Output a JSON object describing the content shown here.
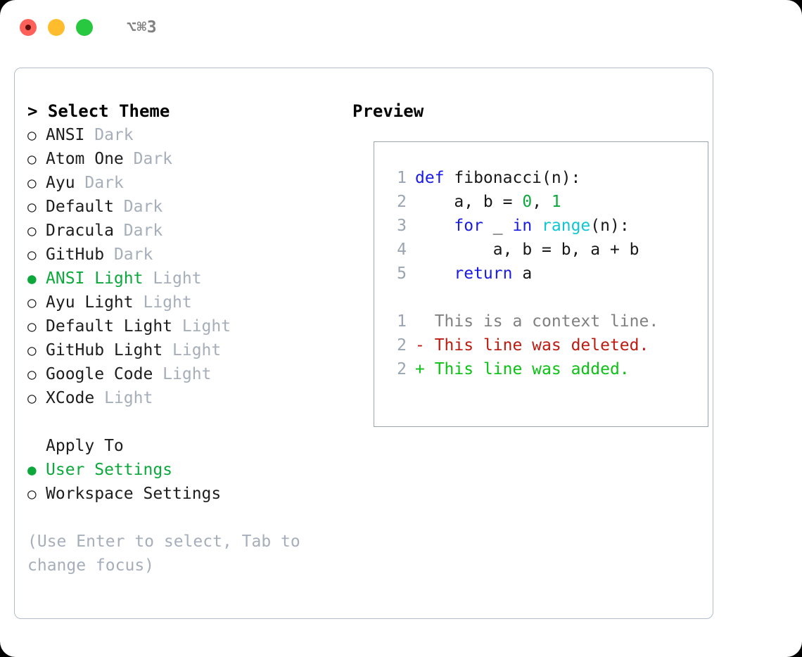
{
  "titlebar": {
    "shortcut": "⌥⌘3",
    "buttons": [
      {
        "name": "close",
        "color": "#ff6159"
      },
      {
        "name": "minimize",
        "color": "#ffbd2e"
      },
      {
        "name": "maximize",
        "color": "#28c840"
      }
    ]
  },
  "theme_panel": {
    "heading": "> Select Theme",
    "marker_selected": "●",
    "marker_unselected": "○",
    "items": [
      {
        "marker": "○",
        "name": "ANSI",
        "suffix": "Dark",
        "selected": false
      },
      {
        "marker": "○",
        "name": "Atom One",
        "suffix": "Dark",
        "selected": false
      },
      {
        "marker": "○",
        "name": "Ayu",
        "suffix": "Dark",
        "selected": false
      },
      {
        "marker": "○",
        "name": "Default",
        "suffix": "Dark",
        "selected": false
      },
      {
        "marker": "○",
        "name": "Dracula",
        "suffix": "Dark",
        "selected": false
      },
      {
        "marker": "○",
        "name": "GitHub",
        "suffix": "Dark",
        "selected": false
      },
      {
        "marker": "●",
        "name": "ANSI Light",
        "suffix": "Light",
        "selected": true
      },
      {
        "marker": "○",
        "name": "Ayu Light",
        "suffix": "Light",
        "selected": false
      },
      {
        "marker": "○",
        "name": "Default Light",
        "suffix": "Light",
        "selected": false
      },
      {
        "marker": "○",
        "name": "GitHub Light",
        "suffix": "Light",
        "selected": false
      },
      {
        "marker": "○",
        "name": "Google Code",
        "suffix": "Light",
        "selected": false
      },
      {
        "marker": "○",
        "name": "XCode",
        "suffix": "Light",
        "selected": false
      }
    ]
  },
  "apply_to": {
    "heading": "Apply To",
    "options": [
      {
        "marker": "●",
        "label": "User Settings",
        "selected": true
      },
      {
        "marker": "○",
        "label": "Workspace Settings",
        "selected": false
      }
    ]
  },
  "hint": "(Use Enter to select, Tab to change focus)",
  "preview": {
    "heading": "Preview",
    "code_lines": [
      {
        "lineno": "1",
        "tokens": [
          {
            "text": "def ",
            "cls": "kw"
          },
          {
            "text": "fibonacci(n):",
            "cls": "code-text"
          }
        ]
      },
      {
        "lineno": "2",
        "tokens": [
          {
            "text": "    a, b = ",
            "cls": "code-text"
          },
          {
            "text": "0",
            "cls": "num"
          },
          {
            "text": ", ",
            "cls": "code-text"
          },
          {
            "text": "1",
            "cls": "num"
          }
        ]
      },
      {
        "lineno": "3",
        "tokens": [
          {
            "text": "    ",
            "cls": "code-text"
          },
          {
            "text": "for",
            "cls": "kw"
          },
          {
            "text": " _ ",
            "cls": "code-text"
          },
          {
            "text": "in",
            "cls": "kw"
          },
          {
            "text": " ",
            "cls": "code-text"
          },
          {
            "text": "range",
            "cls": "fn"
          },
          {
            "text": "(n):",
            "cls": "code-text"
          }
        ]
      },
      {
        "lineno": "4",
        "tokens": [
          {
            "text": "        a, b = b, a + b",
            "cls": "code-text"
          }
        ]
      },
      {
        "lineno": "5",
        "tokens": [
          {
            "text": "    ",
            "cls": "code-text"
          },
          {
            "text": "return",
            "cls": "kw"
          },
          {
            "text": " a",
            "cls": "code-text"
          }
        ]
      }
    ],
    "diff_lines": [
      {
        "lineno": "1",
        "prefix": "  ",
        "text": "This is a context line.",
        "cls": "ctx"
      },
      {
        "lineno": "2",
        "prefix": "- ",
        "text": "This line was deleted.",
        "cls": "del"
      },
      {
        "lineno": "2",
        "prefix": "+ ",
        "text": "This line was added.",
        "cls": "add"
      }
    ]
  },
  "colors": {
    "keyword": "#1a1ae6",
    "function": "#0fc6d4",
    "number": "#0ca83c",
    "context": "#808080",
    "deleted": "#bb1b10",
    "added": "#0bc214",
    "muted": "#a6aeba",
    "gutter": "#9aa5b1",
    "border": "#b4bcc8",
    "selected_green": "#0ca83c"
  }
}
